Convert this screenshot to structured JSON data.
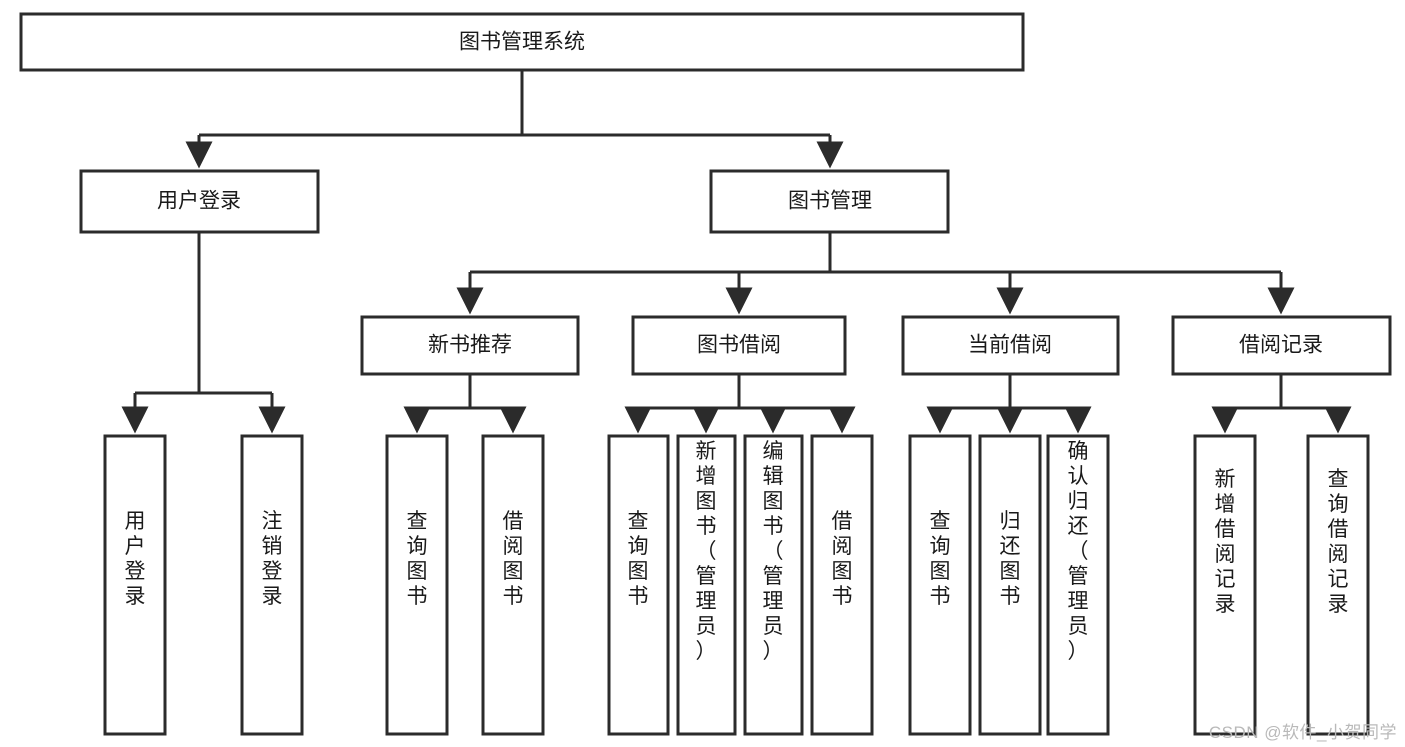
{
  "diagram": {
    "title": "图书管理系统",
    "type": "hierarchy-tree",
    "colors": {
      "box_stroke": "#2b2b2b",
      "box_fill": "#ffffff",
      "connector": "#2b2b2b",
      "text": "#1a1a1a",
      "watermark": "#b9b9b9"
    },
    "levels": {
      "level1": [
        {
          "id": "root",
          "label": "图书管理系统",
          "orientation": "horizontal"
        }
      ],
      "level2": [
        {
          "id": "user-login",
          "label": "用户登录",
          "orientation": "horizontal"
        },
        {
          "id": "book-management",
          "label": "图书管理",
          "orientation": "horizontal"
        }
      ],
      "level3": [
        {
          "id": "new-book-recommend",
          "label": "新书推荐",
          "orientation": "horizontal"
        },
        {
          "id": "book-borrow",
          "label": "图书借阅",
          "orientation": "horizontal"
        },
        {
          "id": "current-borrow",
          "label": "当前借阅",
          "orientation": "horizontal"
        },
        {
          "id": "borrow-record",
          "label": "借阅记录",
          "orientation": "horizontal"
        }
      ],
      "level4": [
        {
          "id": "leaf-user-login",
          "label": "用户登录",
          "orientation": "vertical",
          "parent": "user-login"
        },
        {
          "id": "leaf-logout-login",
          "label": "注销登录",
          "orientation": "vertical",
          "parent": "user-login"
        },
        {
          "id": "leaf-query-book-1",
          "label": "查询图书",
          "orientation": "vertical",
          "parent": "new-book-recommend"
        },
        {
          "id": "leaf-borrow-book-1",
          "label": "借阅图书",
          "orientation": "vertical",
          "parent": "new-book-recommend"
        },
        {
          "id": "leaf-query-book-2",
          "label": "查询图书",
          "orientation": "vertical",
          "parent": "book-borrow"
        },
        {
          "id": "leaf-add-book",
          "label": "新增图书（管理员）",
          "orientation": "vertical",
          "parent": "book-borrow"
        },
        {
          "id": "leaf-edit-book",
          "label": "编辑图书（管理员）",
          "orientation": "vertical",
          "parent": "book-borrow"
        },
        {
          "id": "leaf-borrow-book-2",
          "label": "借阅图书",
          "orientation": "vertical",
          "parent": "book-borrow"
        },
        {
          "id": "leaf-query-book-3",
          "label": "查询图书",
          "orientation": "vertical",
          "parent": "current-borrow"
        },
        {
          "id": "leaf-return-book",
          "label": "归还图书",
          "orientation": "vertical",
          "parent": "current-borrow"
        },
        {
          "id": "leaf-confirm-return",
          "label": "确认归还（管理员）",
          "orientation": "vertical",
          "parent": "current-borrow"
        },
        {
          "id": "leaf-add-record",
          "label": "新增借阅记录",
          "orientation": "vertical",
          "parent": "borrow-record"
        },
        {
          "id": "leaf-query-record",
          "label": "查询借阅记录",
          "orientation": "vertical",
          "parent": "borrow-record"
        }
      ]
    }
  },
  "watermark": {
    "text": "CSDN @软件_小贺同学"
  }
}
